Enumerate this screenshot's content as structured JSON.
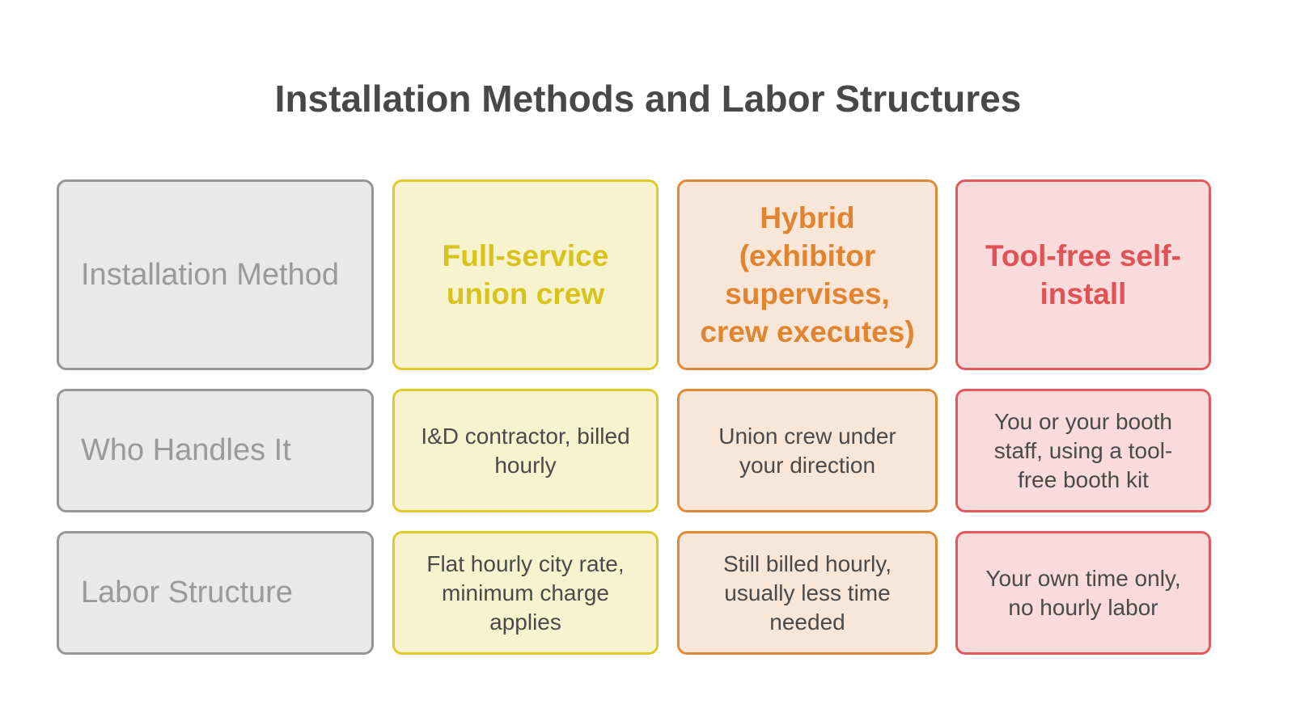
{
  "title": "Installation Methods and Labor Structures",
  "rows": [
    {
      "label": "Installation Method",
      "cells": [
        "Full-service union crew",
        "Hybrid (exhibitor supervises, crew executes)",
        "Tool-free self-install"
      ]
    },
    {
      "label": "Who Handles It",
      "cells": [
        "I&D contractor, billed hourly",
        "Union crew under your direction",
        "You or your booth staff, using a tool-free booth kit"
      ]
    },
    {
      "label": "Labor Structure",
      "cells": [
        "Flat hourly city rate, minimum charge applies",
        "Still billed hourly, usually less time needed",
        "Your own time only, no hourly labor"
      ]
    }
  ],
  "colors": {
    "label_bg": "#e9e9e9",
    "label_border": "#959595",
    "col1_bg": "#f8f3cf",
    "col1_accent": "#e0c928",
    "col2_bg": "#f8e6d8",
    "col2_accent": "#e08a38",
    "col3_bg": "#f9dbdc",
    "col3_accent": "#e25a5c"
  }
}
